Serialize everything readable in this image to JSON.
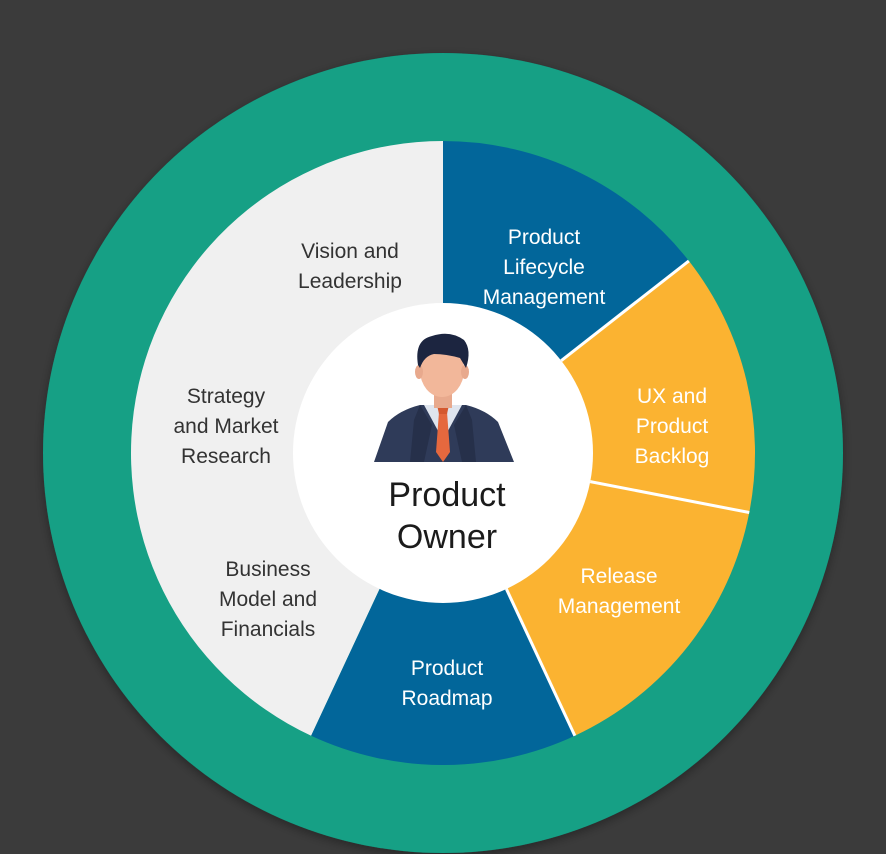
{
  "colors": {
    "background": "#3b3b3b",
    "outer_ring": "#12a085",
    "light_segment": "#f0f0f0",
    "blue_segment": "#02669a",
    "yellow_segment": "#fbb331",
    "center_circle": "#ffffff",
    "dark_text": "#333333",
    "light_text": "#ffffff"
  },
  "center": {
    "icon": "businessman-avatar-icon",
    "title_lines": [
      "Product",
      "Owner"
    ]
  },
  "segments": [
    {
      "name": "vision",
      "lines": [
        "Vision and",
        "Leadership"
      ],
      "color": "light"
    },
    {
      "name": "strategy",
      "lines": [
        "Strategy",
        "and Market",
        "Research"
      ],
      "color": "light"
    },
    {
      "name": "business-model",
      "lines": [
        "Business",
        "Model and",
        "Financials"
      ],
      "color": "light"
    },
    {
      "name": "lifecycle",
      "lines": [
        "Product",
        "Lifecycle",
        "Management"
      ],
      "color": "blue"
    },
    {
      "name": "ux-backlog",
      "lines": [
        "UX and",
        "Product",
        "Backlog"
      ],
      "color": "yellow"
    },
    {
      "name": "release",
      "lines": [
        "Release",
        "Management"
      ],
      "color": "yellow"
    },
    {
      "name": "roadmap",
      "lines": [
        "Product",
        "Roadmap"
      ],
      "color": "blue"
    }
  ]
}
